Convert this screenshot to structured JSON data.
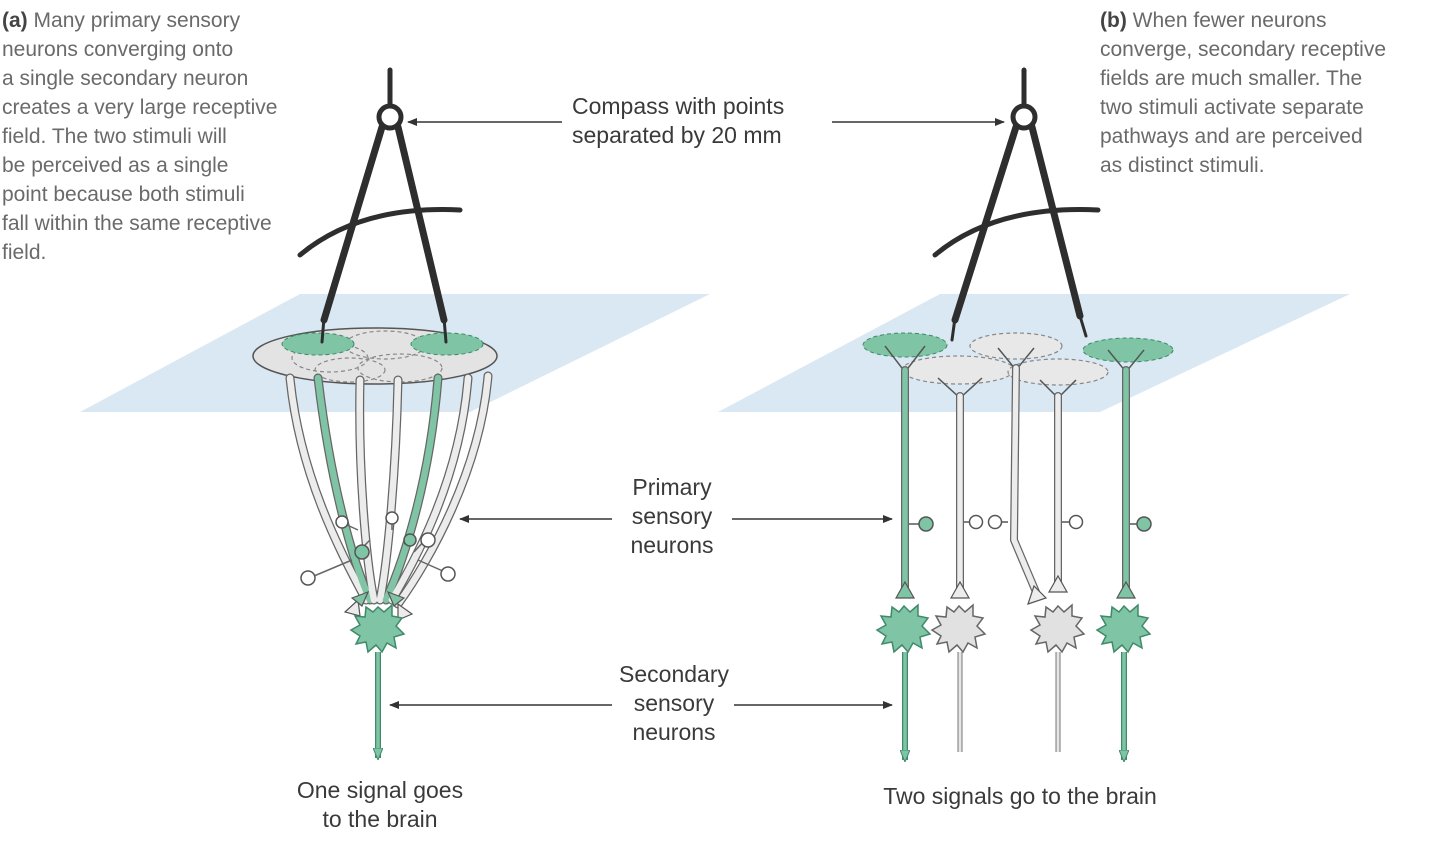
{
  "panel_a": {
    "tag": "(a)",
    "caption_lines": [
      "Many primary sensory",
      "neurons converging onto",
      "a single secondary neuron",
      "creates a very large receptive",
      "field. The two stimuli will",
      "be perceived as a single",
      "point because both stimuli",
      "fall within the same receptive",
      "field."
    ],
    "output_lines": [
      "One signal goes",
      "to the brain"
    ]
  },
  "panel_b": {
    "tag": "(b)",
    "caption_lines": [
      "When fewer neurons",
      "converge, secondary receptive",
      "fields are much smaller. The",
      "two stimuli activate separate",
      "pathways and are perceived",
      "as distinct stimuli."
    ],
    "output_lines": [
      "Two signals go to the brain"
    ]
  },
  "labels": {
    "compass_lines": [
      "Compass with points",
      "separated by 20 mm"
    ],
    "primary_lines": [
      "Primary",
      "sensory",
      "neurons"
    ],
    "secondary_lines": [
      "Secondary",
      "sensory",
      "neurons"
    ]
  },
  "colors": {
    "active_green": "#7fc4a4",
    "active_stroke": "#3f8a6a",
    "inactive_gray": "#e1e1e1",
    "skin_blue": "#dae8f3",
    "compass": "#2e2e2e"
  }
}
